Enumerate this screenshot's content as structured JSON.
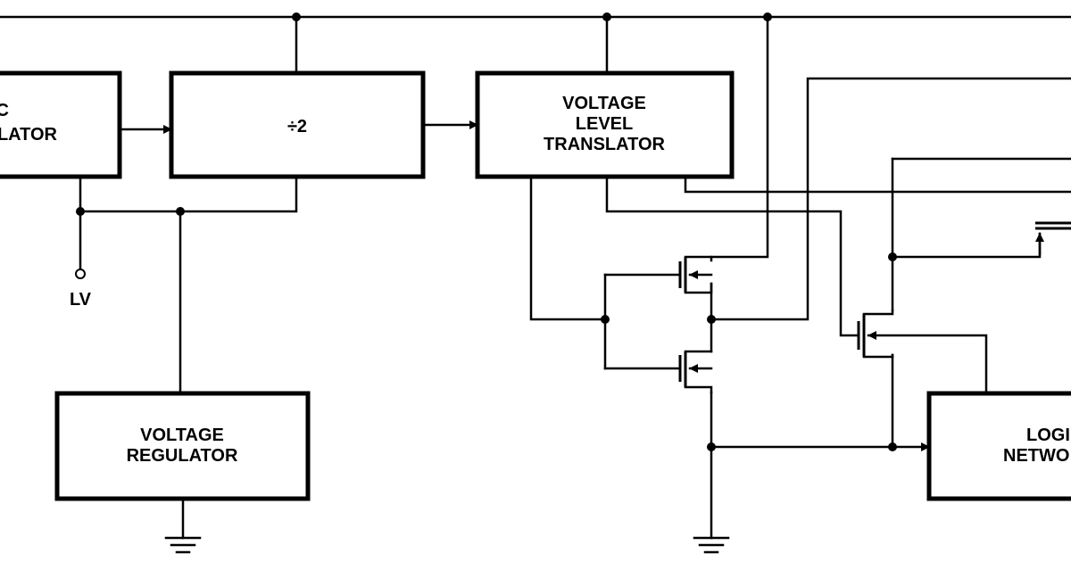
{
  "diagram": {
    "oscillator_label_lines": [
      "C",
      "LATOR"
    ],
    "divider_label": "÷2",
    "translator_label_lines": [
      "VOLTAGE",
      "LEVEL",
      "TRANSLATOR"
    ],
    "regulator_label_lines": [
      "VOLTAGE",
      "REGULATOR"
    ],
    "logic_label_lines": [
      "LOGI",
      "NETWO"
    ],
    "terminal_label": "LV"
  }
}
